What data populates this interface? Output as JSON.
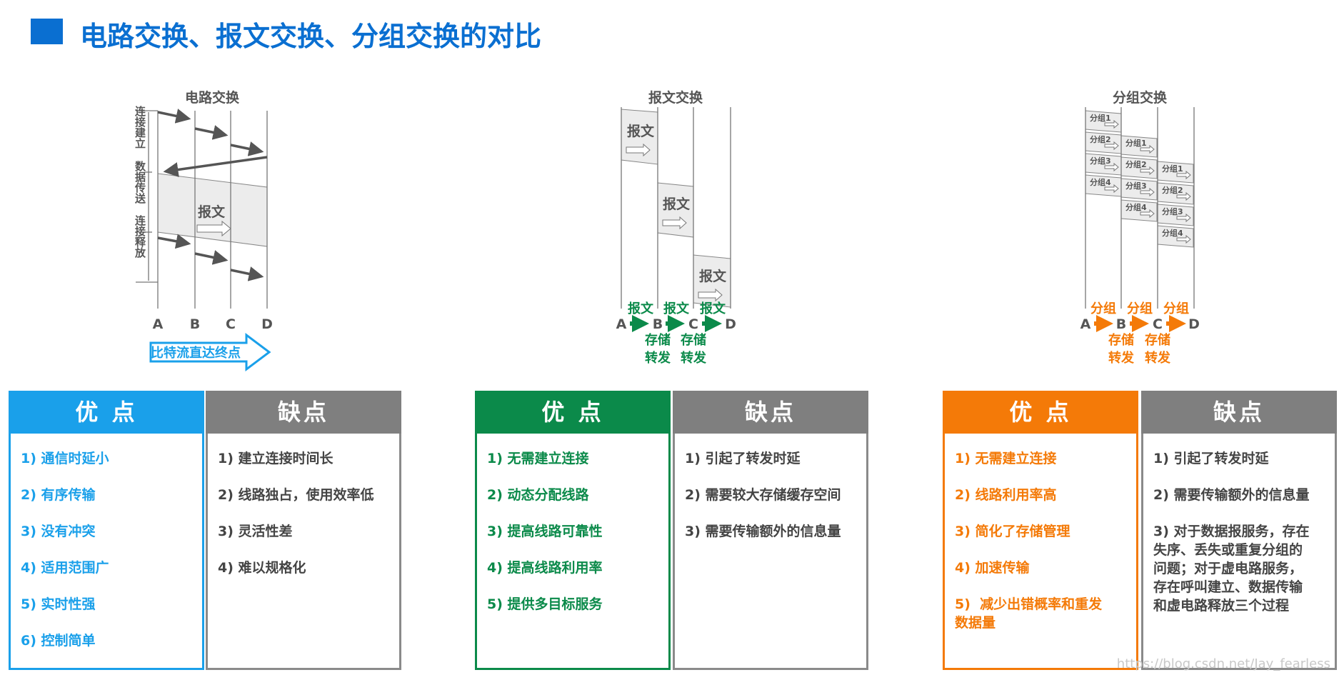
{
  "title": "电路交换、报文交换、分组交换的对比",
  "colors": {
    "title": "#0a6fd1",
    "circuit": "#1aa0ea",
    "message": "#0b8a4a",
    "packet": "#f47a08",
    "cons": "#7f7f7f"
  },
  "circuit": {
    "title": "电路交换",
    "phases": [
      "连接建立",
      "数据传送",
      "连接释放"
    ],
    "message": "报文",
    "nodes": [
      "A",
      "B",
      "C",
      "D"
    ],
    "banner": "比特流直达终点"
  },
  "message": {
    "title": "报文交换",
    "boxes": [
      "报文",
      "报文",
      "报文"
    ],
    "hops": [
      "报文",
      "报文",
      "报文"
    ],
    "nodes": [
      "A",
      "B",
      "C",
      "D"
    ],
    "store": [
      "存储",
      "存储"
    ],
    "forward": [
      "转发",
      "转发"
    ]
  },
  "packet": {
    "title": "分组交换",
    "packets": [
      "分组1",
      "分组2",
      "分组3",
      "分组4"
    ],
    "hops": [
      "分组",
      "分组",
      "分组"
    ],
    "nodes": [
      "A",
      "B",
      "C",
      "D"
    ],
    "store": [
      "存储",
      "存储"
    ],
    "forward": [
      "转发",
      "转发"
    ]
  },
  "panels": [
    {
      "pros_title": "优 点",
      "pros": [
        "1) 通信时延小",
        "2) 有序传输",
        "3) 没有冲突",
        "4) 适用范围广",
        "5) 实时性强",
        "6) 控制简单"
      ],
      "cons_title": "缺点",
      "cons": [
        "1) 建立连接时间长",
        "2) 线路独占，使用效率低",
        "3) 灵活性差",
        "4) 难以规格化"
      ]
    },
    {
      "pros_title": "优 点",
      "pros": [
        "1) 无需建立连接",
        "2) 动态分配线路",
        "3) 提高线路可靠性",
        "4) 提高线路利用率",
        "5) 提供多目标服务"
      ],
      "cons_title": "缺点",
      "cons": [
        "1) 引起了转发时延",
        "2) 需要较大存储缓存空间",
        "3) 需要传输额外的信息量"
      ]
    },
    {
      "pros_title": "优 点",
      "pros": [
        "1) 无需建立连接",
        "2) 线路利用率高",
        "3) 简化了存储管理",
        "4) 加速传输",
        "5)  减少出错概率和重发\n数据量"
      ],
      "cons_title": "缺点",
      "cons": [
        "1) 引起了转发时延",
        "2) 需要传输额外的信息量",
        "3) 对于数据报服务，存在\n失序、丢失或重复分组的\n问题；对于虚电路服务，\n存在呼叫建立、数据传输\n和虚电路释放三个过程"
      ]
    }
  ],
  "watermark": "https://blog.csdn.net/Jay_fearless"
}
